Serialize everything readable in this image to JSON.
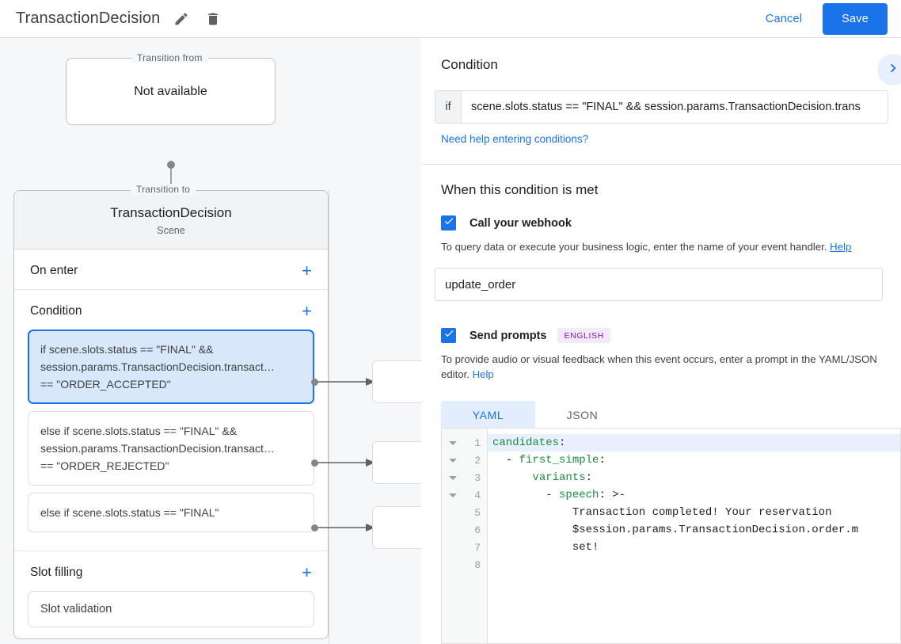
{
  "topbar": {
    "title": "TransactionDecision",
    "edit_icon": "pencil-icon",
    "delete_icon": "trash-icon",
    "cancel_label": "Cancel",
    "save_label": "Save",
    "accent_color": "#1a73e8"
  },
  "graph": {
    "transition_from": {
      "legend": "Transition from",
      "value": "Not available"
    },
    "transition_to": {
      "legend": "Transition to",
      "name": "TransactionDecision",
      "subtitle": "Scene"
    },
    "sections": [
      {
        "title": "On enter",
        "add_label": "+"
      },
      {
        "title": "Condition",
        "add_label": "+"
      },
      {
        "title": "Slot filling",
        "add_label": "+"
      }
    ],
    "conditions": [
      {
        "selected": true,
        "lines": [
          "if scene.slots.status == \"FINAL\" &&",
          "session.params.TransactionDecision.transact…",
          "== \"ORDER_ACCEPTED\""
        ]
      },
      {
        "selected": false,
        "lines": [
          "else if scene.slots.status == \"FINAL\" &&",
          "session.params.TransactionDecision.transact…",
          "== \"ORDER_REJECTED\""
        ]
      },
      {
        "selected": false,
        "lines": [
          "else if scene.slots.status == \"FINAL\""
        ]
      }
    ],
    "slot_filling": [
      {
        "label": "Slot validation"
      }
    ]
  },
  "condition_panel": {
    "heading": "Condition",
    "next_arrow_icon": "chevron-right-icon",
    "if_label": "if",
    "expression": "scene.slots.status == \"FINAL\" && session.params.TransactionDecision.trans",
    "expression_placeholder": "Enter a condition",
    "help_link": "Need help entering conditions?"
  },
  "when_met": {
    "heading": "When this condition is met",
    "webhook": {
      "checked": true,
      "label": "Call your webhook",
      "description": "To query data or execute your business logic, enter the name of your event handler.",
      "help_label": "Help",
      "value": "update_order",
      "placeholder": "Event handler name"
    },
    "prompts": {
      "checked": true,
      "label": "Send prompts",
      "language_badge": "ENGLISH",
      "badge_bg": "#f3e8fd",
      "badge_color": "#7b1fa2",
      "description": "To provide audio or visual feedback when this event occurs, enter a prompt in the YAML/JSON editor.",
      "help_label": "Help",
      "tabs": [
        {
          "label": "YAML",
          "active": true
        },
        {
          "label": "JSON",
          "active": false
        }
      ]
    },
    "editor": {
      "active_line": 1,
      "fold_lines": [
        1,
        2,
        3,
        4
      ],
      "lines": [
        {
          "num": 1,
          "key": "candidates",
          "rest": ":",
          "indent": ""
        },
        {
          "num": 2,
          "key": "first_simple",
          "rest": ":",
          "indent": "  - ",
          "prefix_dash": true
        },
        {
          "num": 3,
          "key": "variants",
          "rest": ":",
          "indent": "      "
        },
        {
          "num": 4,
          "key": "speech",
          "rest": ": >-",
          "indent": "        - ",
          "prefix_dash": true
        },
        {
          "num": 5,
          "key": "",
          "rest": "            Transaction completed! Your reservation",
          "indent": ""
        },
        {
          "num": 6,
          "key": "",
          "rest": "            $session.params.TransactionDecision.order.m",
          "indent": ""
        },
        {
          "num": 7,
          "key": "",
          "rest": "            set!",
          "indent": ""
        },
        {
          "num": 8,
          "key": "",
          "rest": "",
          "indent": ""
        }
      ]
    }
  }
}
